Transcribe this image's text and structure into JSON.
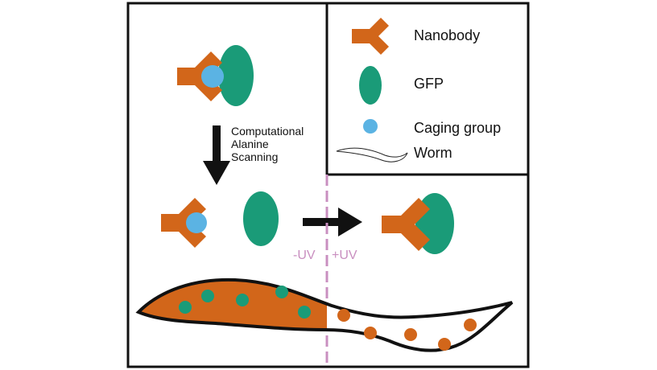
{
  "legend": {
    "items": [
      {
        "label": "Nanobody",
        "icon": "nanobody-icon"
      },
      {
        "label": "GFP",
        "icon": "gfp-icon"
      },
      {
        "label": "Caging group",
        "icon": "caging-group-icon"
      },
      {
        "label": "Worm",
        "icon": "worm-icon"
      }
    ]
  },
  "step": {
    "line1": "Computational",
    "line2": "Alanine",
    "line3": "Scanning"
  },
  "uv": {
    "minus": "-UV",
    "plus": "+UV"
  },
  "colors": {
    "nanobody": "#d2661a",
    "gfp": "#1a9b78",
    "caging_group": "#5bb3e3",
    "uv_line": "#c98fc0",
    "border": "#111111"
  }
}
